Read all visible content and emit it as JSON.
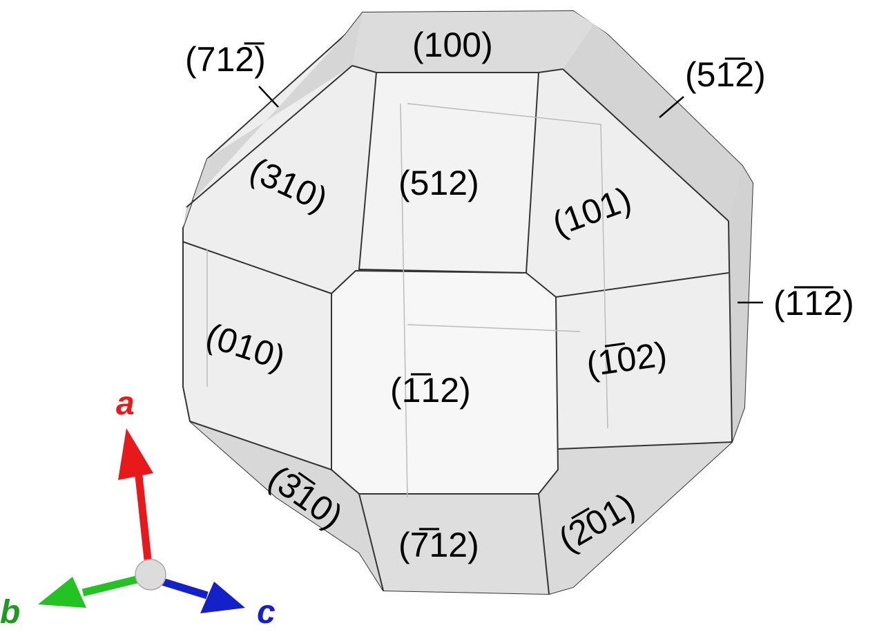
{
  "faces": [
    {
      "id": "100",
      "label": "(100)"
    },
    {
      "id": "71-2",
      "label": "(712̅)"
    },
    {
      "id": "5-12",
      "label": "(51̅2)"
    },
    {
      "id": "310",
      "label": "(310)"
    },
    {
      "id": "512",
      "label": "(512)"
    },
    {
      "id": "101",
      "label": "(101)"
    },
    {
      "id": "-1-12",
      "label": "(1̅1̅2)"
    },
    {
      "id": "010",
      "label": "(010)"
    },
    {
      "id": "-112",
      "label": "(1̅12)"
    },
    {
      "id": "-102",
      "label": "(1̅02)"
    },
    {
      "id": "-310",
      "label": "(3̅10)"
    },
    {
      "id": "-712",
      "label": "(7̅12)"
    },
    {
      "id": "-201",
      "label": "(2̅01)"
    }
  ],
  "axes": {
    "a": {
      "label": "a",
      "color": "#e8191b"
    },
    "b": {
      "label": "b",
      "color": "#1e9a1e"
    },
    "c": {
      "label": "c",
      "color": "#1420c8"
    }
  }
}
